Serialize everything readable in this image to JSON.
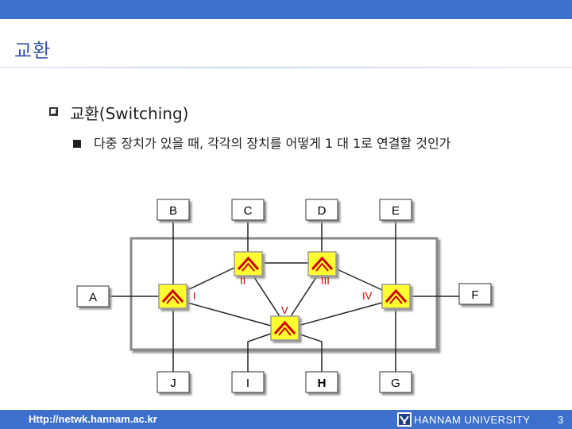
{
  "slide": {
    "title": "교환",
    "bullet1": "교환(Switching)",
    "bullet2": "다중 장치가 있을 때, 각각의 장치를 어떻게 1 대 1로 연결할 것인가"
  },
  "diagram": {
    "devices": [
      "A",
      "B",
      "C",
      "D",
      "E",
      "F",
      "G",
      "H",
      "I",
      "J"
    ],
    "switches": [
      "I",
      "II",
      "III",
      "IV",
      "V"
    ],
    "colors": {
      "switch_fill": "#ffff33",
      "switch_border": "#999999",
      "network_border": "#888888"
    }
  },
  "footer": {
    "url": "Http://netwk.hannam.ac.kr",
    "university": "HANNAM UNIVERSITY",
    "page": "3"
  }
}
